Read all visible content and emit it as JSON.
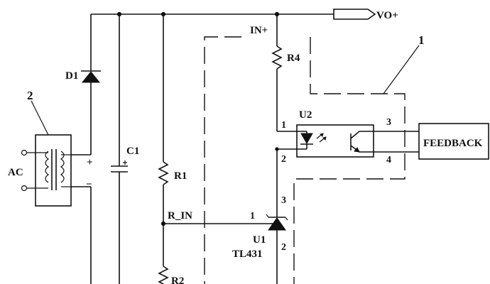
{
  "labels": {
    "vo_plus": "VO+",
    "in_plus": "IN+",
    "r4": "R4",
    "d1": "D1",
    "u2": "U2",
    "c1": "C1",
    "r1": "R1",
    "r2": "R2",
    "ac": "AC",
    "plus": "+",
    "minus": "−",
    "r_in": "R_IN",
    "u1": "U1",
    "tl431": "TL431",
    "feedback": "FEEDBACK"
  },
  "pins": {
    "u2_1": "1",
    "u2_2": "2",
    "u2_3": "3",
    "u2_4": "4",
    "u1_1": "1",
    "u1_2": "2",
    "u1_3": "3"
  },
  "callouts": {
    "block_1": "1",
    "block_2": "2"
  }
}
